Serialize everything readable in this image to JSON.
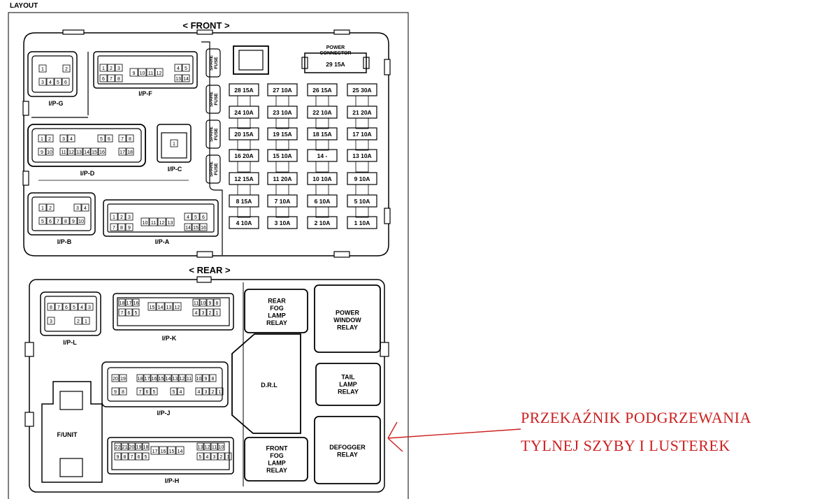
{
  "layout_label": "LAYOUT",
  "front_label": "< FRONT >",
  "rear_label": "< REAR >",
  "power_connector": {
    "label1": "POWER",
    "label2": "CONNECTOR",
    "fuse": "29  15A"
  },
  "spare_fuse": [
    "SPARE",
    "FUSE"
  ],
  "fuse_rows": [
    [
      "28  15A",
      "27  10A",
      "26  15A",
      "25  30A"
    ],
    [
      "24  10A",
      "23  10A",
      "22  10A",
      "21  20A"
    ],
    [
      "20  15A",
      "19  15A",
      "18  15A",
      "17  10A"
    ],
    [
      "16  20A",
      "15  10A",
      "14   -",
      "13  10A"
    ],
    [
      "12  15A",
      "11  20A",
      "10  10A",
      "9  10A"
    ],
    [
      "8  15A",
      "7  10A",
      "6  10A",
      "5  10A"
    ],
    [
      "4  10A",
      "3  10A",
      "2  10A",
      "1  10A"
    ]
  ],
  "connectors": {
    "ipg": {
      "label": "I/P-G",
      "pins": [
        "1",
        "2",
        "3",
        "4",
        "5",
        "6"
      ]
    },
    "ipf": {
      "label": "I/P-F",
      "pins": [
        "1",
        "2",
        "3",
        "4",
        "5",
        "6",
        "7",
        "8",
        "9",
        "10",
        "11",
        "12",
        "13",
        "14"
      ]
    },
    "ipd": {
      "label": "I/P-D",
      "pins": [
        "1",
        "2",
        "3",
        "4",
        "5",
        "6",
        "7",
        "8",
        "9",
        "10",
        "11",
        "12",
        "13",
        "14",
        "15",
        "16",
        "17",
        "18"
      ]
    },
    "ipc": {
      "label": "I/P-C",
      "pins": [
        "1"
      ]
    },
    "ipb": {
      "label": "I/P-B",
      "pins": [
        "1",
        "2",
        "3",
        "4",
        "5",
        "6",
        "7",
        "8",
        "9",
        "10"
      ]
    },
    "ipa": {
      "label": "I/P-A",
      "pins": [
        "1",
        "2",
        "3",
        "4",
        "5",
        "6",
        "7",
        "8",
        "9",
        "10",
        "11",
        "12",
        "13",
        "14",
        "15",
        "16"
      ]
    },
    "ipl": {
      "label": "I/P-L",
      "pins": [
        "8",
        "7",
        "6",
        "5",
        "4",
        "3",
        "2",
        "1"
      ]
    },
    "ipk": {
      "label": "I/P-K",
      "pins": [
        "18",
        "17",
        "16",
        "15",
        "14",
        "13",
        "12",
        "11",
        "10",
        "9",
        "8",
        "7",
        "6",
        "5",
        "4",
        "3",
        "2",
        "1"
      ]
    },
    "ipj": {
      "label": "I/P-J",
      "pins": [
        "20",
        "19",
        "18",
        "17",
        "16",
        "15",
        "14",
        "13",
        "12",
        "11",
        "10",
        "9",
        "8",
        "7",
        "6",
        "5",
        "4",
        "3",
        "2",
        "1"
      ]
    },
    "iph": {
      "label": "I/P-H",
      "pins": [
        "22",
        "21",
        "20",
        "19",
        "18",
        "17",
        "16",
        "15",
        "14",
        "13",
        "12",
        "11",
        "10",
        "9",
        "8",
        "7",
        "6",
        "5",
        "4",
        "3",
        "2",
        "1"
      ]
    }
  },
  "relays": {
    "rear_fog": [
      "REAR",
      "FOG",
      "LAMP",
      "RELAY"
    ],
    "power_window": [
      "POWER",
      "WINDOW",
      "RELAY"
    ],
    "drl": [
      "D.R.L"
    ],
    "tail_lamp": [
      "TAIL",
      "LAMP",
      "RELAY"
    ],
    "front_fog": [
      "FRONT",
      "FOG",
      "LAMP",
      "RELAY"
    ],
    "defogger": [
      "DEFOGGER",
      "RELAY"
    ]
  },
  "funit": "F/UNIT",
  "annotation": {
    "line1": "PRZEKAŹNIK PODGRZEWANIA",
    "line2": "TYLNEJ SZYBY I LUSTEREK",
    "color": "#cc1f1f"
  }
}
